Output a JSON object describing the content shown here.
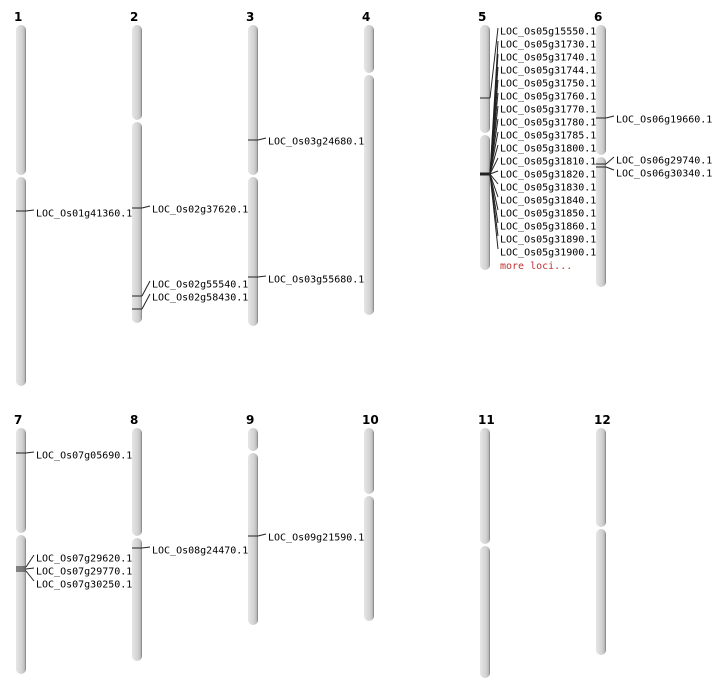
{
  "chromosomes": [
    {
      "name": "1",
      "loci": [
        "LOC_Os01g41360.1"
      ]
    },
    {
      "name": "2",
      "loci": [
        "LOC_Os02g37620.1",
        "LOC_Os02g55540.1",
        "LOC_Os02g58430.1"
      ]
    },
    {
      "name": "3",
      "loci": [
        "LOC_Os03g24680.1",
        "LOC_Os03g55680.1"
      ]
    },
    {
      "name": "4",
      "loci": []
    },
    {
      "name": "5",
      "loci": [
        "LOC_Os05g15550.1",
        "LOC_Os05g31730.1",
        "LOC_Os05g31740.1",
        "LOC_Os05g31744.1",
        "LOC_Os05g31750.1",
        "LOC_Os05g31760.1",
        "LOC_Os05g31770.1",
        "LOC_Os05g31780.1",
        "LOC_Os05g31785.1",
        "LOC_Os05g31800.1",
        "LOC_Os05g31810.1",
        "LOC_Os05g31820.1",
        "LOC_Os05g31830.1",
        "LOC_Os05g31840.1",
        "LOC_Os05g31850.1",
        "LOC_Os05g31860.1",
        "LOC_Os05g31890.1",
        "LOC_Os05g31900.1"
      ],
      "more": "more loci..."
    },
    {
      "name": "6",
      "loci": [
        "LOC_Os06g19660.1",
        "LOC_Os06g29740.1",
        "LOC_Os06g30340.1"
      ]
    },
    {
      "name": "7",
      "loci": [
        "LOC_Os07g05690.1",
        "LOC_Os07g29620.1",
        "LOC_Os07g29770.1",
        "LOC_Os07g30250.1"
      ]
    },
    {
      "name": "8",
      "loci": [
        "LOC_Os08g24470.1"
      ]
    },
    {
      "name": "9",
      "loci": [
        "LOC_Os09g21590.1"
      ]
    },
    {
      "name": "10",
      "loci": []
    },
    {
      "name": "11",
      "loci": []
    },
    {
      "name": "12",
      "loci": []
    }
  ],
  "colors": {
    "chromosome": "#d4d4d4",
    "edge": "#8a8a8a",
    "more": "#c03030"
  }
}
